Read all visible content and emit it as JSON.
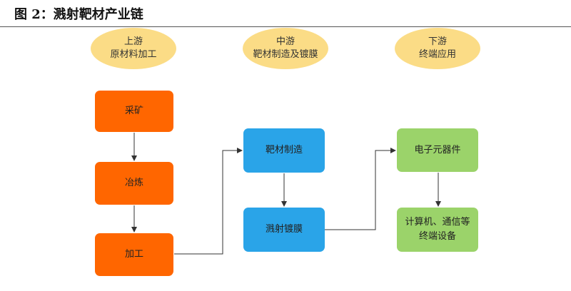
{
  "title": "图 2：溅射靶材产业链",
  "stages": [
    {
      "line1": "上游",
      "line2": "原材料加工"
    },
    {
      "line1": "中游",
      "line2": "靶材制造及镀膜"
    },
    {
      "line1": "下游",
      "line2": "终端应用"
    }
  ],
  "upstream": [
    "采矿",
    "冶炼",
    "加工"
  ],
  "midstream": [
    "靶材制造",
    "溅射镀膜"
  ],
  "downstream": [
    "电子元器件",
    "计算机、通信等终端设备"
  ],
  "colors": {
    "upstream": "#ff6600",
    "midstream": "#2aa4e8",
    "downstream": "#9bd36a",
    "stage_oval": "#fbdc86"
  }
}
